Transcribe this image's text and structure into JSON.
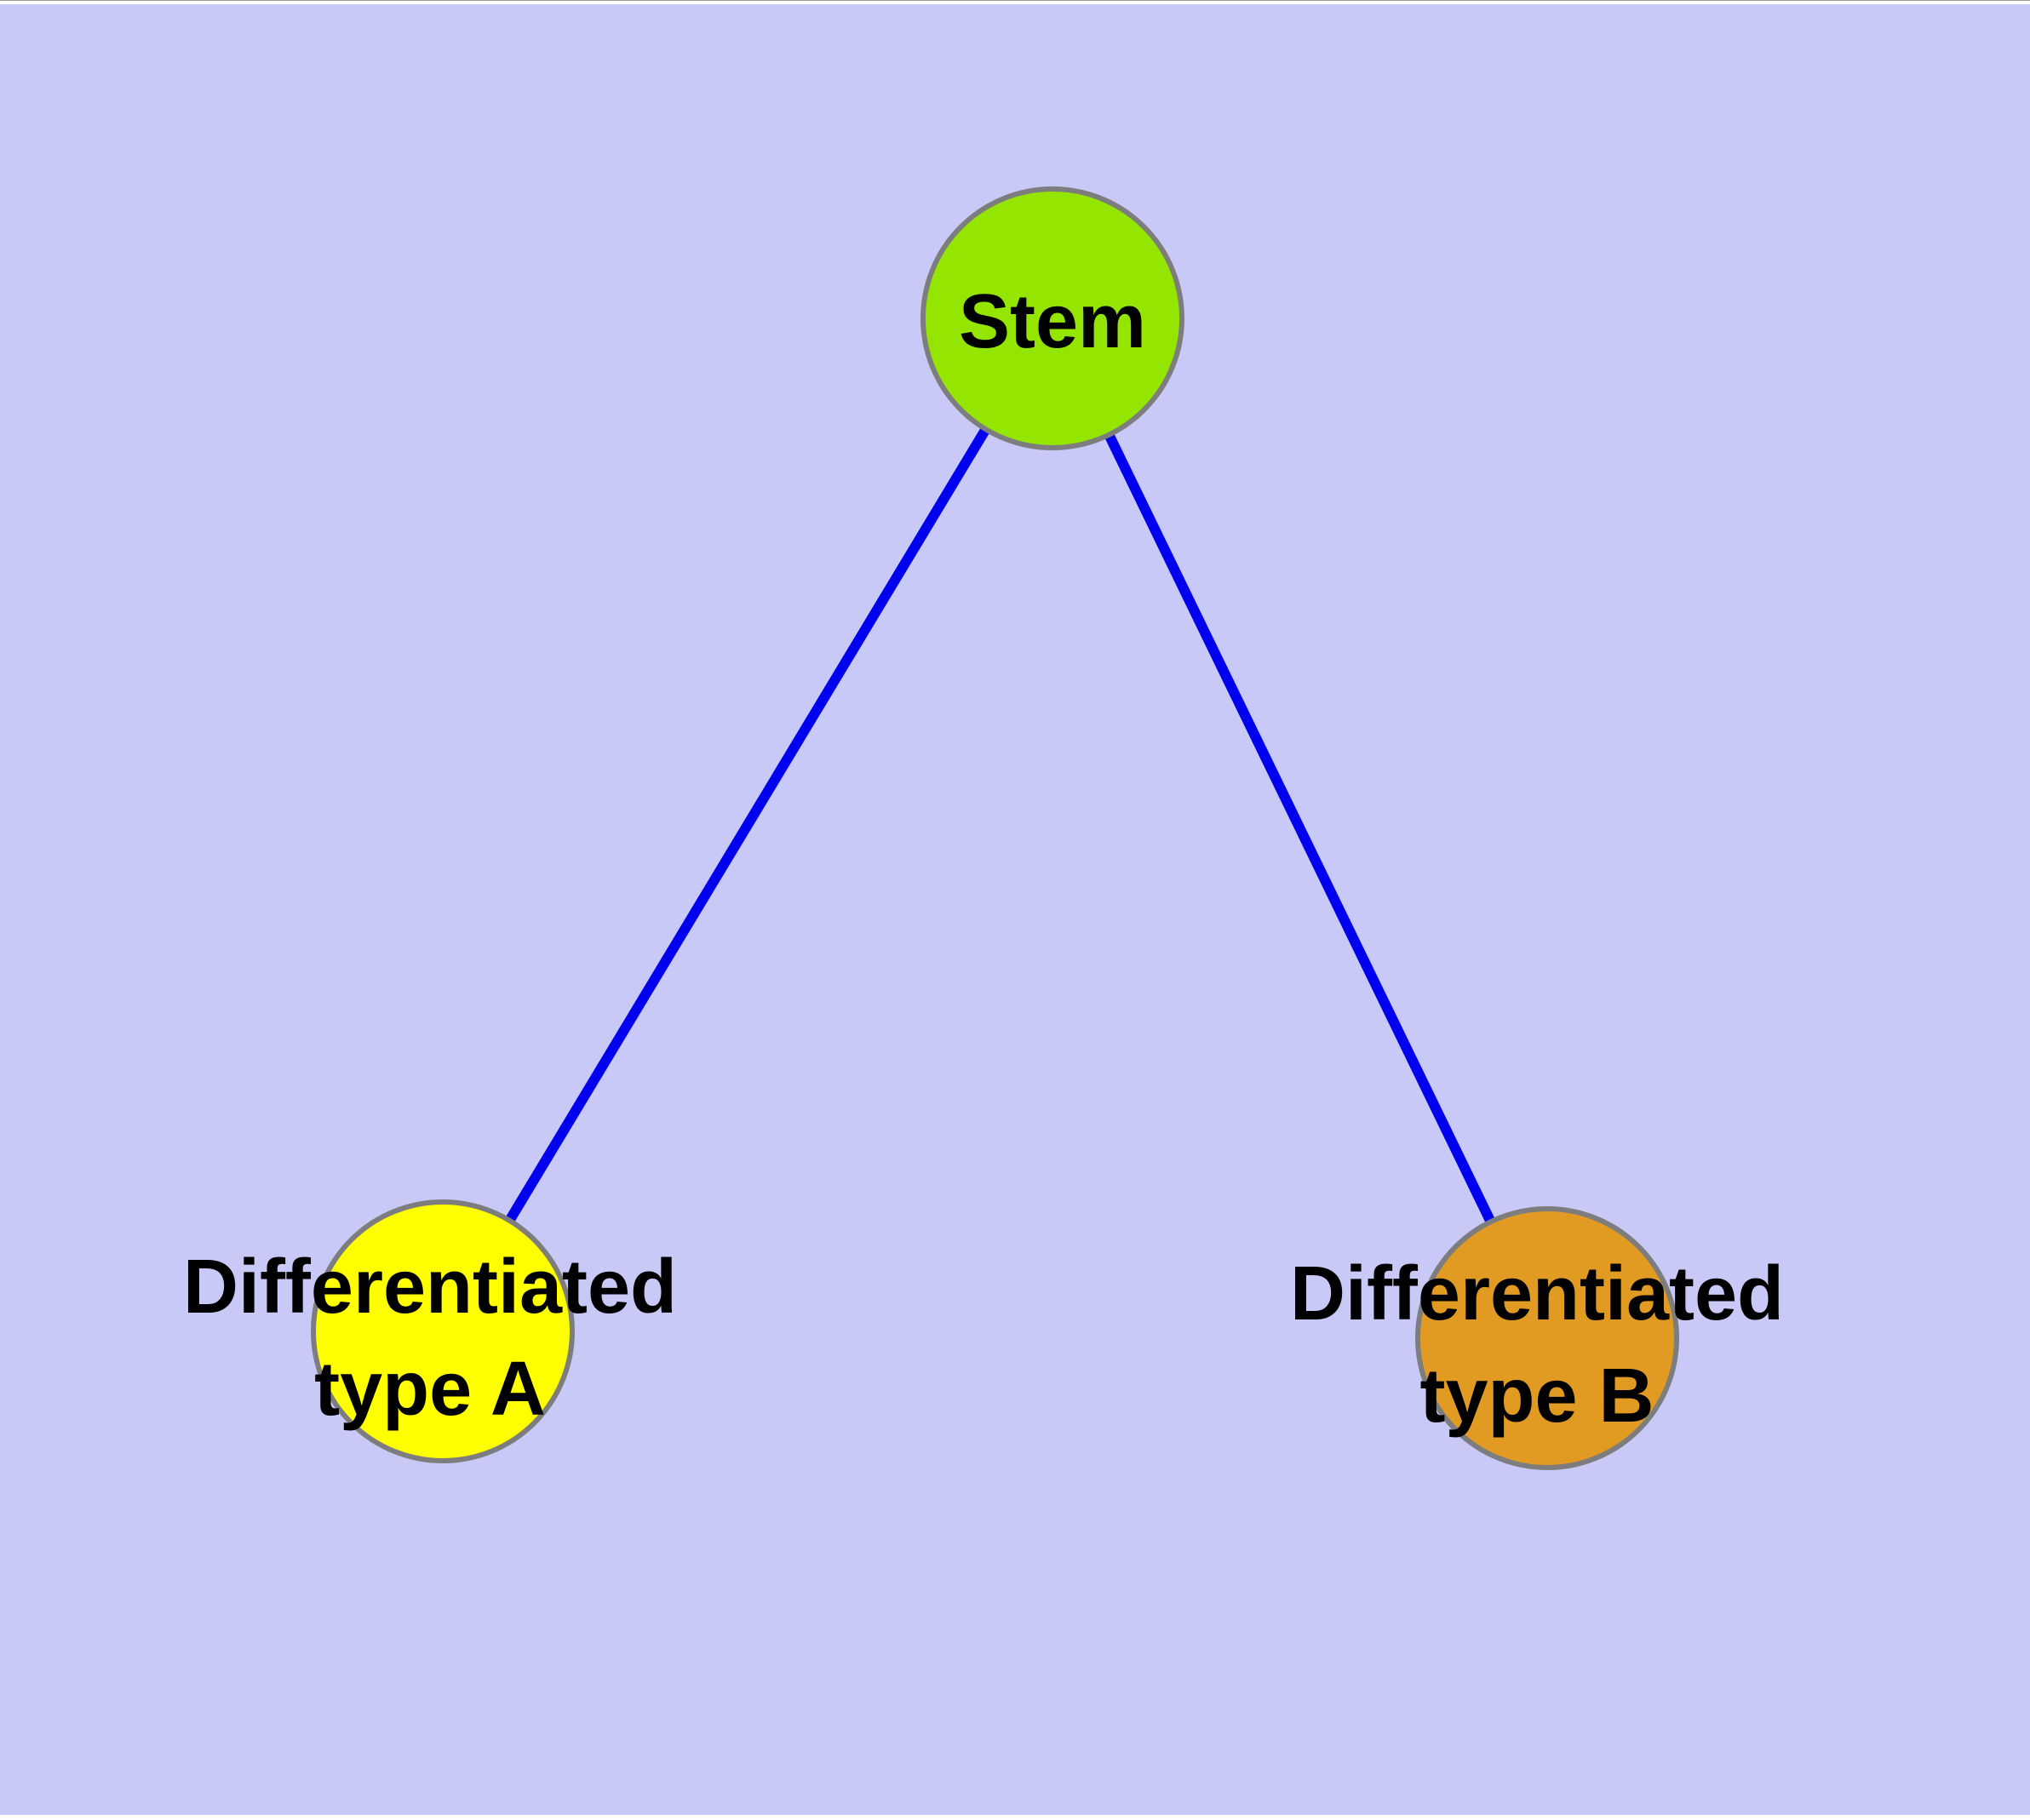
{
  "figure": {
    "type": "node-link-diagram",
    "background_color": "#C9C9F8",
    "margin_strip_color": "#FFFFFF",
    "hairline_color": "#9A9A9A",
    "edge_color": "#0000EE",
    "node_border_color": "#7D7D7D",
    "label_text_color": "#000000",
    "nodes": [
      {
        "id": "stem",
        "label": "Stem",
        "fill_color": "#94E600"
      },
      {
        "id": "differentiated-type-a",
        "label": "Differentiated type A",
        "label_line1": "Differentiated",
        "label_line2": "type A",
        "fill_color": "#FFFF00"
      },
      {
        "id": "differentiated-type-b",
        "label": "Differentiated type B",
        "label_line1": "Differentiated",
        "label_line2": "type B",
        "fill_color": "#E19B23"
      }
    ],
    "edges": [
      {
        "from": "Stem",
        "to": "Differentiated type A"
      },
      {
        "from": "Stem",
        "to": "Differentiated type B"
      }
    ]
  }
}
